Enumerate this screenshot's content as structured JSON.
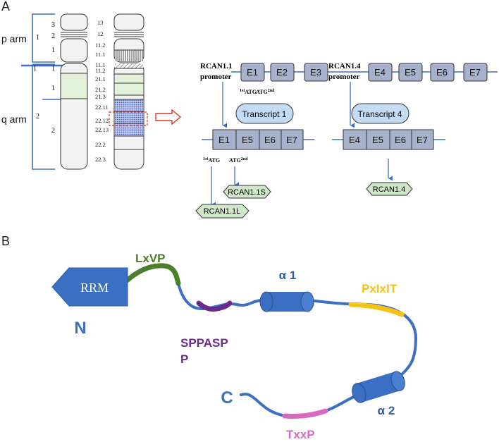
{
  "panel_a": {
    "label": "A",
    "arm_labels": {
      "p": "p arm",
      "q": "q arm"
    },
    "region_numbers": {
      "p_region": "1",
      "q_region": "2"
    },
    "sub_band_numbers": {
      "p_3": "3",
      "p_2": "2",
      "p_1": "1",
      "cen_1": "1",
      "q_1": "1",
      "q_2": "2"
    },
    "band_labels": [
      "13",
      "12",
      "11.2",
      "11.1",
      "11.1",
      "11.2",
      "21.1",
      "21.2",
      "21.3",
      "22.11",
      "22.12",
      "22.13",
      "22.2",
      "22.3"
    ],
    "rcan11": {
      "name": "RCAN1.1",
      "promoter": "promoter",
      "exons": [
        "E1",
        "E2",
        "E3"
      ],
      "atg1": "1stATG",
      "atg2": "ATG2nd"
    },
    "rcan14": {
      "name": "RCAN1.4",
      "promoter": "promoter",
      "exons": [
        "E4",
        "E5",
        "E6",
        "E7"
      ]
    },
    "transcript1": {
      "label": "Transcript 1",
      "exons": [
        "E1",
        "E5",
        "E6",
        "E7"
      ],
      "atg1": "1stATG",
      "atg2": "ATG2nd"
    },
    "transcript4": {
      "label": "Transcript 4",
      "exons": [
        "E4",
        "E5",
        "E6",
        "E7"
      ]
    },
    "proteins": {
      "rcan11s": "RCAN1.1S",
      "rcan11l": "RCAN1.1L",
      "rcan14": "RCAN1.4"
    }
  },
  "panel_b": {
    "label": "B",
    "rrm": "RRM",
    "n_term": "N",
    "c_term": "C",
    "motifs": {
      "lxvp": "LxVP",
      "sppasp": "SPPASP",
      "sppasp_2": "P",
      "pxixit": "PxIxIT",
      "txxp": "TxxP"
    },
    "helices": {
      "alpha1": "α 1",
      "alpha2": "α 2"
    },
    "colors": {
      "backbone": "#3b6fc4",
      "rrm": "#3b6fc4",
      "lxvp": "#4a7f2b",
      "sppasp": "#6b2a8c",
      "pxixit": "#f5c218",
      "txxp": "#d86bbf",
      "exon_fill": "#a6b2cc",
      "transcript_fill": "#c3dcf3",
      "protein_fill": "#cfe7c8"
    }
  }
}
